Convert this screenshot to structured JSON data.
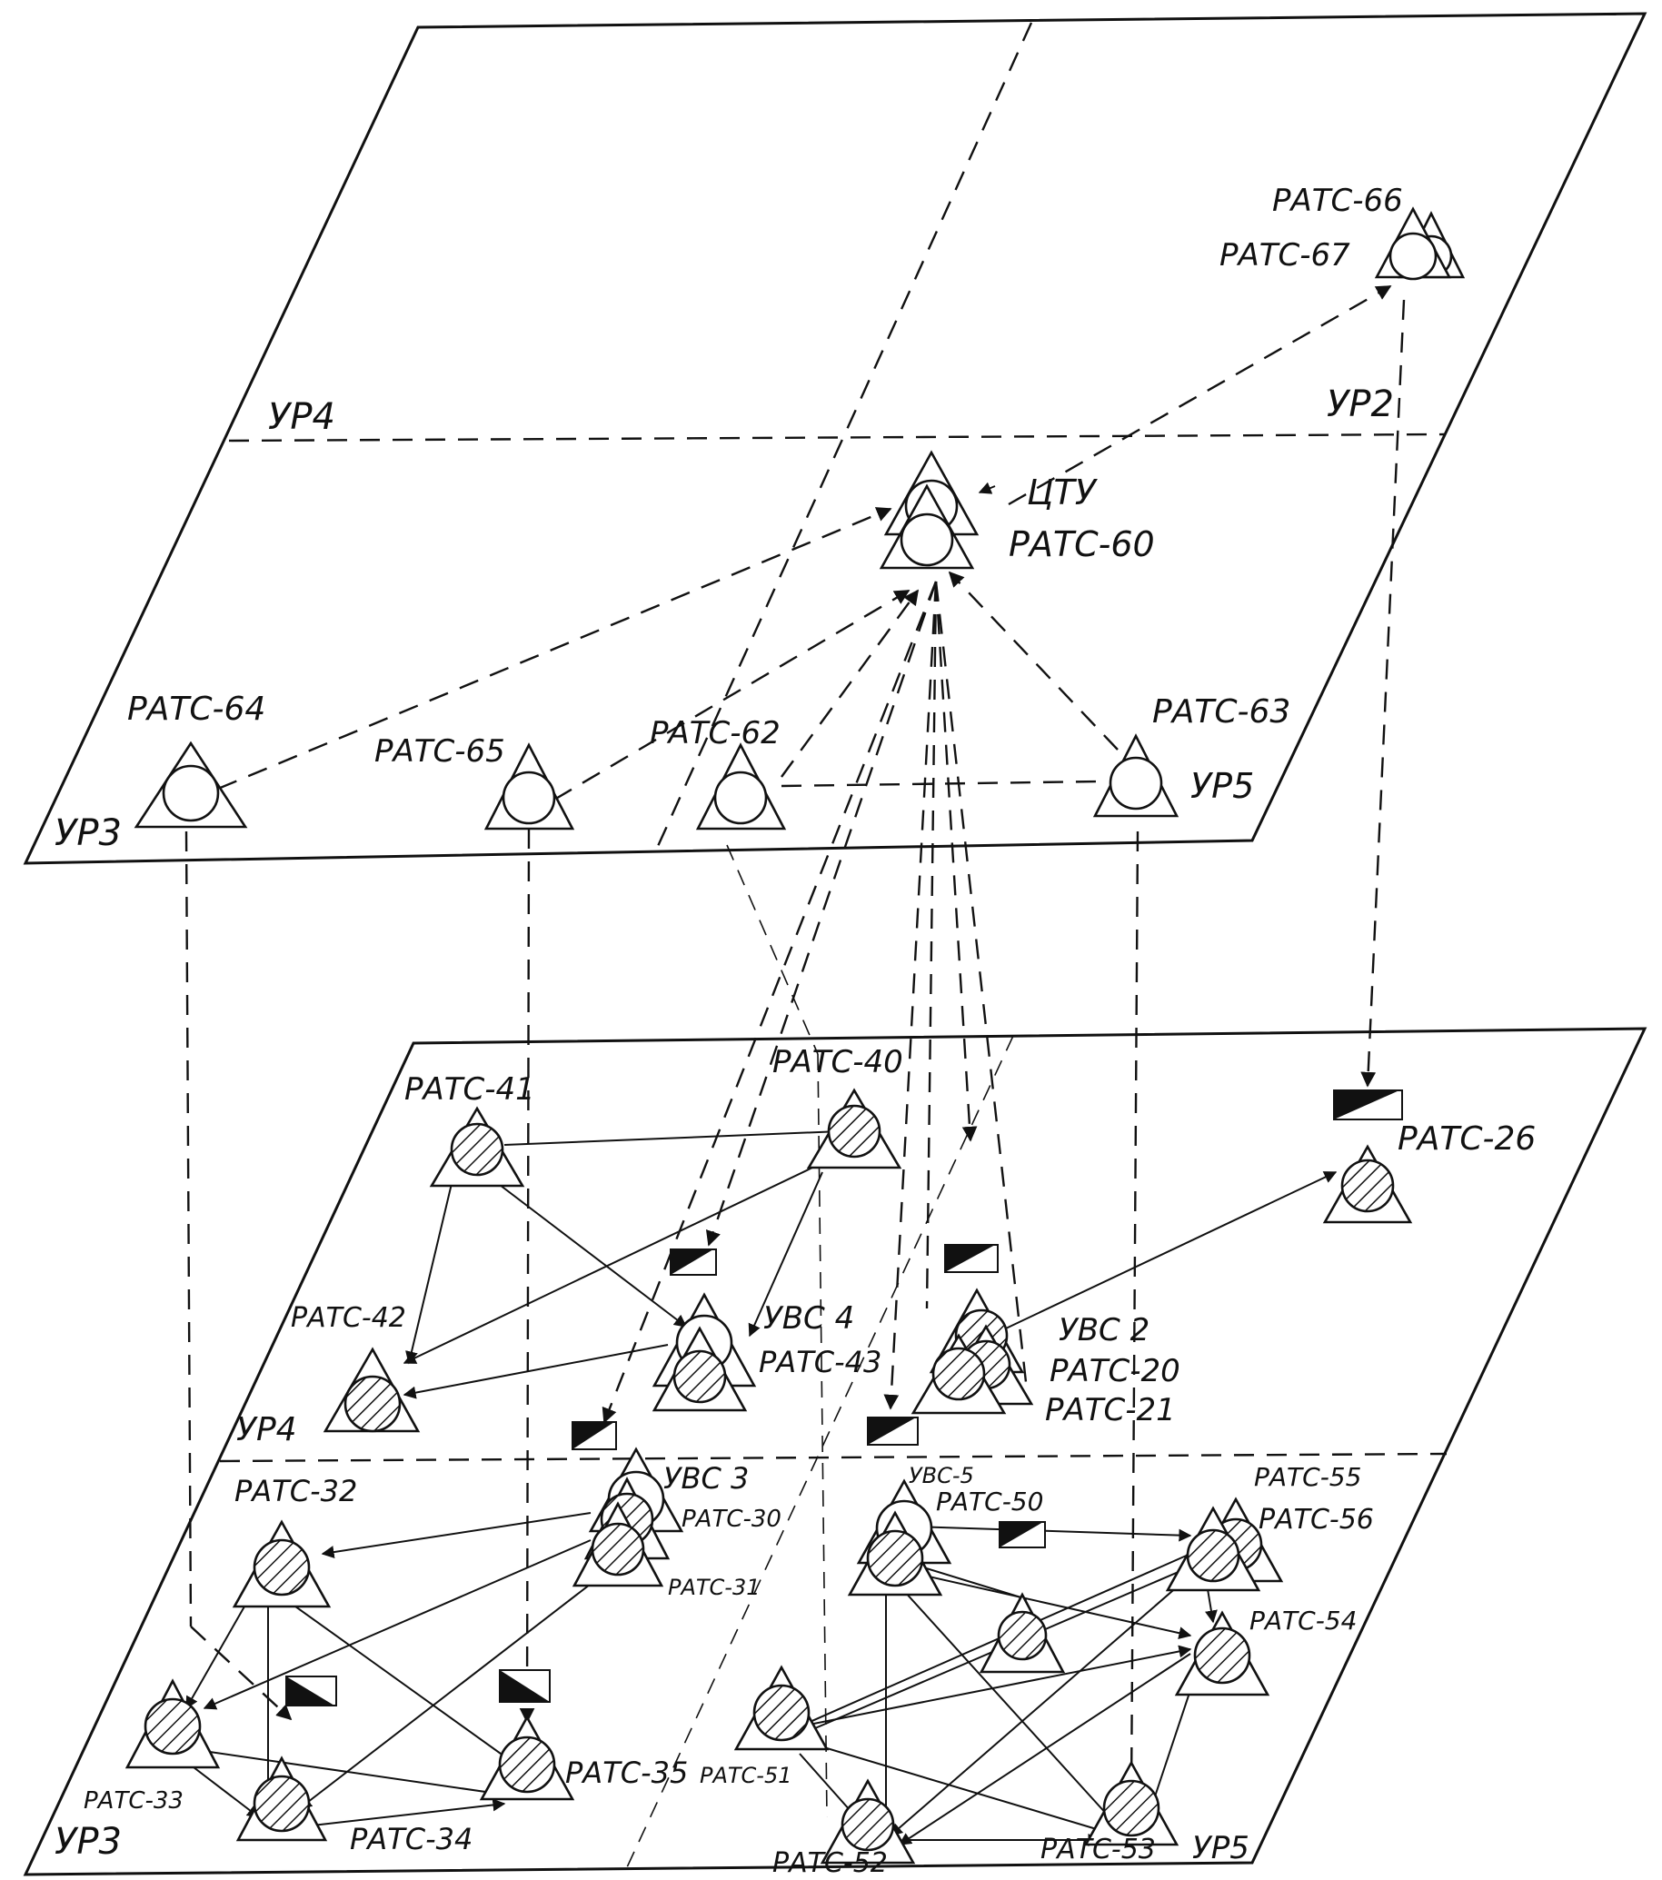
{
  "zones": {
    "top_ur4": "УР4",
    "top_ur2": "УР2",
    "top_ur3": "УР3",
    "top_ur5": "УР5",
    "bot_ur4": "УР4",
    "bot_ur3": "УР3",
    "bot_ur5": "УР5"
  },
  "nodes": {
    "ratc66": "РАТС-66",
    "ratc67": "РАТС-67",
    "ctu": "ЦТУ",
    "ratc60": "РАТС-60",
    "ratc64": "РАТС-64",
    "ratc65": "РАТС-65",
    "ratc62": "РАТС-62",
    "ratc63": "РАТС-63",
    "ratc41": "РАТС-41",
    "ratc40": "РАТС-40",
    "ratc26": "РАТС-26",
    "ratc42": "РАТС-42",
    "uvc4": "УВС 4",
    "ratc43": "РАТС-43",
    "uvc2": "УВС 2",
    "ratc20": "РАТС-20",
    "ratc21": "РАТС-21",
    "ratc32": "РАТС-32",
    "uvc3": "УВС 3",
    "ratc30": "РАТС-30",
    "ratc31": "РАТС-31",
    "uvc5": "УВС-5",
    "ratc50": "РАТС-50",
    "ratc55": "РАТС-55",
    "ratc56": "РАТС-56",
    "ratc54": "РАТС-54",
    "ratc33": "РАТС-33",
    "ratc34": "РАТС-34",
    "ratc35": "РАТС-35",
    "ratc51": "РАТС-51",
    "ratc52": "РАТС-52",
    "ratc53": "РАТС-53"
  }
}
